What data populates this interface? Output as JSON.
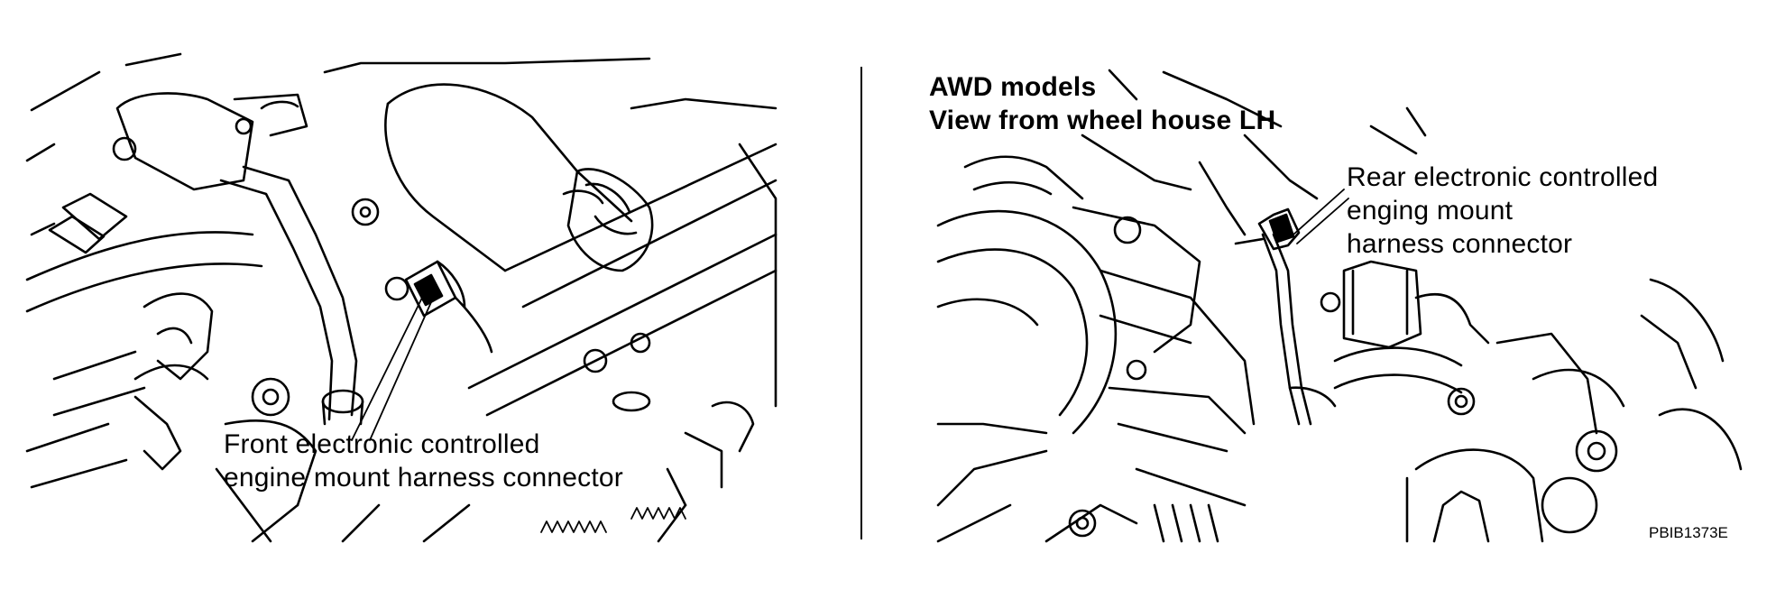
{
  "left_panel": {
    "callout": {
      "line1": "Front electronic controlled",
      "line2": "engine mount harness connector"
    }
  },
  "right_panel": {
    "heading": {
      "line1": "AWD models",
      "line2": "View from wheel house LH"
    },
    "callout": {
      "line1": "Rear electronic controlled",
      "line2": "enging mount",
      "line3": "harness connector"
    }
  },
  "figure_code": "PBIB1373E"
}
